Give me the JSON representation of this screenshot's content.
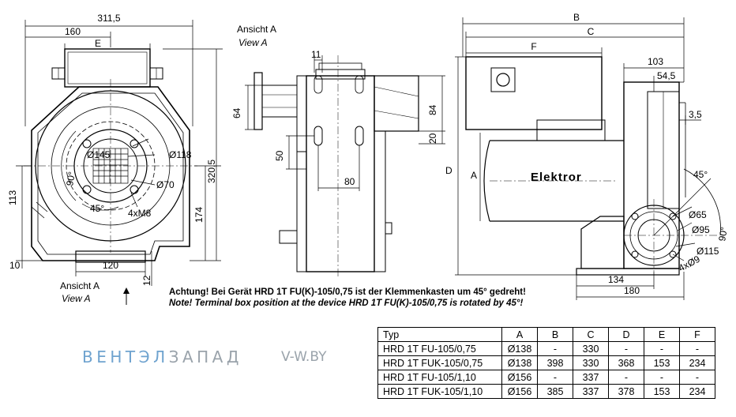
{
  "dims_front": {
    "overall_width": "311,5",
    "width_160": "160",
    "e": "E",
    "height_total": "320,5",
    "height_113": "113",
    "height_174": "174",
    "base_10": "10",
    "base_120": "120",
    "base_12": "12",
    "d145": "Ø145",
    "d118": "Ø118",
    "d70": "Ø70",
    "angle_90": "90°",
    "angle_45": "45°",
    "bolts": "4xM8"
  },
  "view_label": {
    "de": "Ansicht A",
    "en": "View A"
  },
  "dims_side": {
    "d11": "11",
    "d64": "64",
    "d84": "84",
    "d20": "20",
    "d50": "50",
    "d80": "80"
  },
  "dims_right": {
    "b": "B",
    "c": "C",
    "f": "F",
    "d103": "103",
    "d54_5": "54,5",
    "d3_5": "3,5",
    "d": "D",
    "a": "A",
    "brand": "Elektror",
    "angle45": "45°",
    "angle90": "90°",
    "d65": "Ø65",
    "d95": "Ø95",
    "d115": "Ø115",
    "holes": "4xØ9",
    "d134": "134",
    "d180": "180"
  },
  "note": {
    "de": "Achtung! Bei Gerät HRD 1T FU(K)-105/0,75 ist der Klemmenkasten um 45° gedreht!",
    "en": "Note! Terminal box position at the device HRD 1T FU(K)-105/0,75 is rotated by 45°!"
  },
  "logo": {
    "part1": "ВЕНТЭЛ",
    "part2": "ЗАПАД",
    "site": "V-W.BY"
  },
  "table": {
    "headers": [
      "Typ",
      "A",
      "B",
      "C",
      "D",
      "E",
      "F"
    ],
    "rows": [
      [
        "HRD 1T FU-105/0,75",
        "Ø138",
        "-",
        "330",
        "-",
        "-",
        "-"
      ],
      [
        "HRD 1T FUK-105/0,75",
        "Ø138",
        "398",
        "330",
        "368",
        "153",
        "234"
      ],
      [
        "HRD 1T FU-105/1,10",
        "Ø156",
        "-",
        "337",
        "-",
        "-",
        "-"
      ],
      [
        "HRD 1T FUK-105/1,10",
        "Ø156",
        "385",
        "337",
        "378",
        "153",
        "234"
      ]
    ]
  }
}
